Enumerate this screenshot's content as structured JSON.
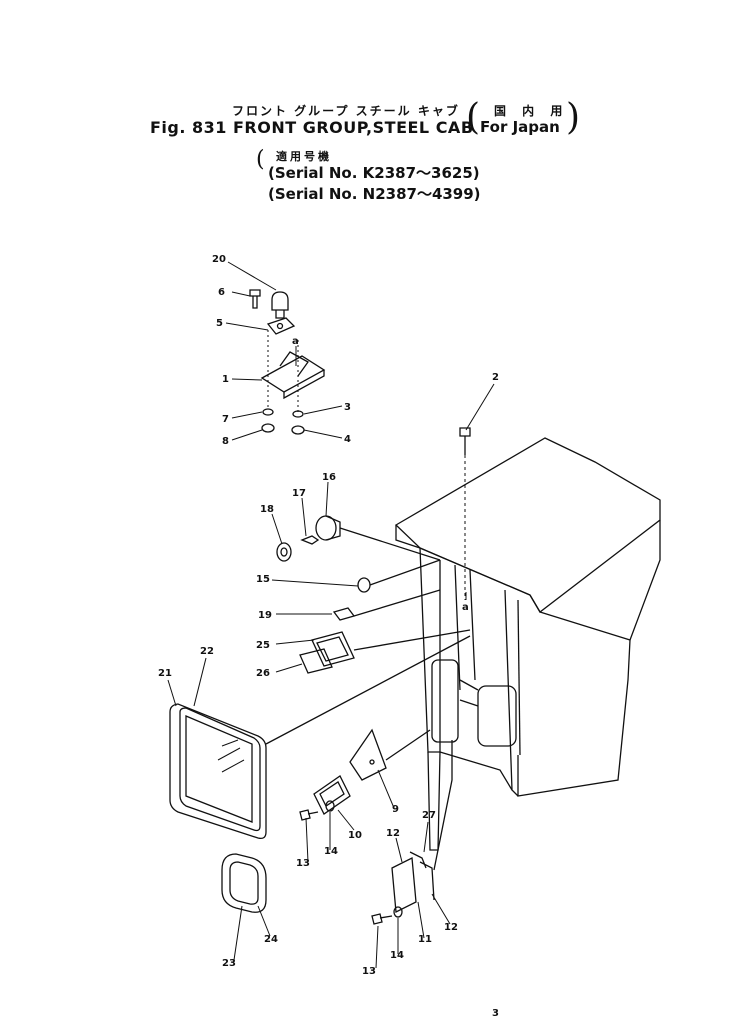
{
  "title": {
    "jp": "フロント グループ スチール キャブ",
    "main": "Fig. 831 FRONT GROUP,STEEL CAB",
    "market_jp": "国 内 用",
    "market_en": "For Japan",
    "serial_jp": "適用号機",
    "serial_1": "(Serial No. K2387～3625)",
    "serial_2": "(Serial No. N2387～4399)"
  },
  "callouts": {
    "c1": "1",
    "c2": "2",
    "c3": "3",
    "c4": "4",
    "c5": "5",
    "c6": "6",
    "c7": "7",
    "c8": "8",
    "c9": "9",
    "c10": "10",
    "c11": "11",
    "c12a": "12",
    "c12b": "12",
    "c13a": "13",
    "c13b": "13",
    "c14a": "14",
    "c14b": "14",
    "c15": "15",
    "c16": "16",
    "c17": "17",
    "c18": "18",
    "c19": "19",
    "c20": "20",
    "c21": "21",
    "c22": "22",
    "c23": "23",
    "c24": "24",
    "c25": "25",
    "c26": "26",
    "c27": "27",
    "ref_a_top": "a",
    "ref_a_bottom": "a"
  },
  "page_mark": "3"
}
